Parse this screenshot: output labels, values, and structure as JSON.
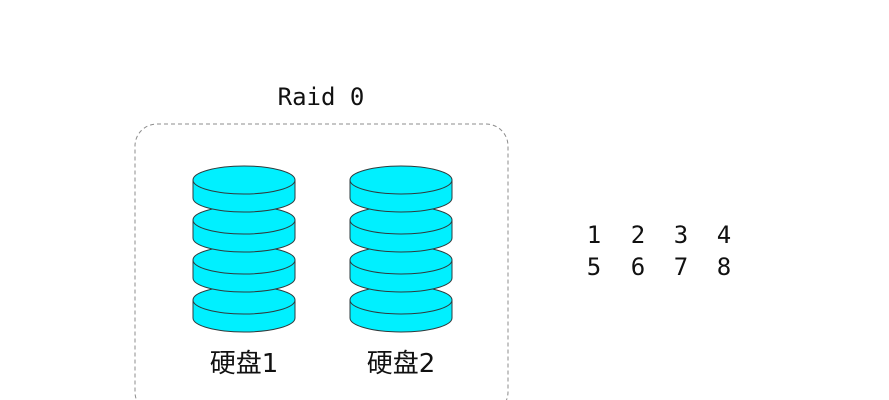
{
  "title": "Raid 0",
  "colors": {
    "disk_fill": "#00f0ff",
    "disk_stroke": "#2f3a3c",
    "container_stroke": "#8c8c8c",
    "text": "#111111"
  },
  "disks": [
    {
      "label": "硬盘1",
      "platters": 4
    },
    {
      "label": "硬盘2",
      "platters": 4
    }
  ],
  "blocks": {
    "rows": [
      [
        "1",
        "2",
        "3",
        "4"
      ],
      [
        "5",
        "6",
        "7",
        "8"
      ]
    ]
  }
}
